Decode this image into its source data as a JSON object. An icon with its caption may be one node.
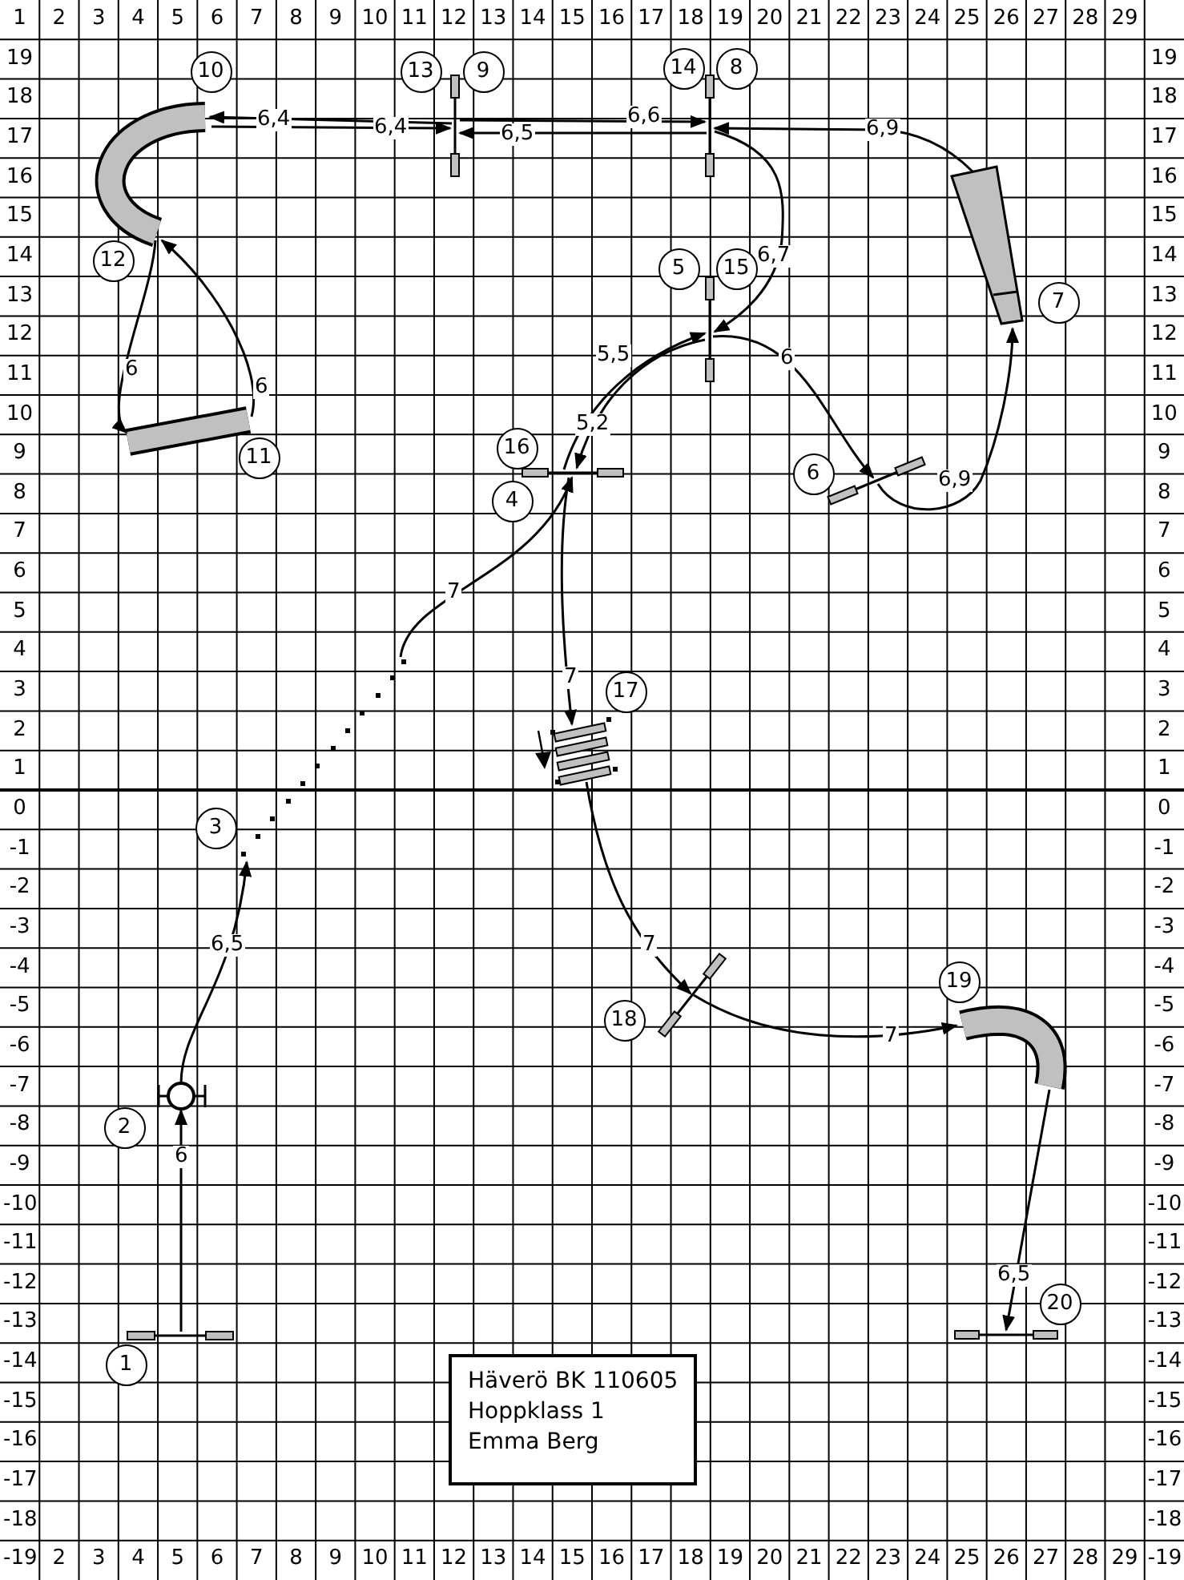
{
  "diagram": {
    "nodes": [
      {
        "text": [
          "1"
        ]
      },
      {
        "text": [
          "2"
        ]
      },
      {
        "text": [
          "3"
        ]
      },
      {
        "text": [
          "16",
          "4"
        ]
      },
      {
        "text": [
          "5",
          "15"
        ]
      },
      {
        "text": [
          "6"
        ]
      },
      {
        "text": [
          "7"
        ]
      },
      {
        "text": [
          "14",
          "8"
        ]
      },
      {
        "text": [
          "13",
          "9"
        ]
      },
      {
        "text": [
          "10",
          "12"
        ]
      },
      {
        "text": [
          "11"
        ]
      },
      {
        "text": [
          "17"
        ]
      },
      {
        "text": [
          "18"
        ]
      },
      {
        "text": [
          "19"
        ]
      },
      {
        "text": [
          "20"
        ]
      },
      {
        "text": [
          "Häverö BK 110605",
          "Hoppklass 1",
          "Emma Berg"
        ]
      }
    ],
    "edges": [
      {
        "from": 0,
        "to": 1,
        "arrow": "to",
        "label": "6"
      },
      {
        "from": 1,
        "to": 2,
        "arrow": "to",
        "label": "6,5"
      },
      {
        "from": 2,
        "to": 3,
        "arrow": "to",
        "label": "7"
      },
      {
        "from": 3,
        "to": 4,
        "arrow": "to",
        "label": "5,5"
      },
      {
        "from": 4,
        "to": 5,
        "arrow": "to",
        "label": "6"
      },
      {
        "from": 5,
        "to": 6,
        "arrow": "to",
        "label": "6,9"
      },
      {
        "from": 6,
        "to": 7,
        "arrow": "to",
        "label": "6,9"
      },
      {
        "from": 7,
        "to": 8,
        "arrow": "to",
        "label": "6,5"
      },
      {
        "from": 8,
        "to": 9,
        "arrow": "to",
        "label": "6,4"
      },
      {
        "from": 9,
        "to": 10,
        "arrow": "to",
        "label": "6"
      },
      {
        "from": 10,
        "to": 9,
        "arrow": "to",
        "label": "6"
      },
      {
        "from": 9,
        "to": 8,
        "arrow": "to",
        "label": "6,4"
      },
      {
        "from": 8,
        "to": 7,
        "arrow": "to",
        "label": "6,6"
      },
      {
        "from": 7,
        "to": 4,
        "arrow": "to",
        "label": "6,7"
      },
      {
        "from": 4,
        "to": 3,
        "arrow": "to",
        "label": "5,2"
      },
      {
        "from": 3,
        "to": 11,
        "arrow": "to",
        "label": "7"
      },
      {
        "from": 11,
        "to": 12,
        "arrow": "to",
        "label": "7"
      },
      {
        "from": 12,
        "to": 13,
        "arrow": "to",
        "label": "7"
      },
      {
        "from": 13,
        "to": 14,
        "arrow": "to",
        "label": "6,5"
      }
    ],
    "labels": [
      "1",
      "2",
      "3",
      "4",
      "5",
      "6",
      "7",
      "8",
      "9",
      "10",
      "11",
      "12",
      "13",
      "14",
      "15",
      "16",
      "17",
      "18",
      "19",
      "20",
      "21",
      "22",
      "23",
      "24",
      "25",
      "26",
      "27",
      "28",
      "29",
      "19",
      "19",
      "18",
      "18",
      "17",
      "17",
      "16",
      "16",
      "15",
      "15",
      "14",
      "14",
      "13",
      "13",
      "12",
      "12",
      "11",
      "11",
      "10",
      "10",
      "9",
      "9",
      "8",
      "8",
      "7",
      "7",
      "6",
      "6",
      "5",
      "5",
      "4",
      "4",
      "3",
      "3",
      "2",
      "2",
      "1",
      "1",
      "0",
      "0",
      "-1",
      "-1",
      "-2",
      "-2",
      "-3",
      "-3",
      "-4",
      "-4",
      "-5",
      "-5",
      "-6",
      "-6",
      "-7",
      "-7",
      "-8",
      "-8",
      "-9",
      "-9",
      "-10",
      "-10",
      "-11",
      "-11",
      "-12",
      "-12",
      "-13",
      "-13",
      "-14",
      "-14",
      "-15",
      "-15",
      "-16",
      "-16",
      "-17",
      "-17",
      "-18",
      "-18",
      "-19",
      "2",
      "3",
      "4",
      "5",
      "6",
      "7",
      "8",
      "9",
      "10",
      "11",
      "12",
      "13",
      "14",
      "15",
      "16",
      "17",
      "18",
      "19",
      "20",
      "21",
      "22",
      "23",
      "24",
      "25",
      "26",
      "27",
      "28",
      "29",
      "-19"
    ]
  }
}
